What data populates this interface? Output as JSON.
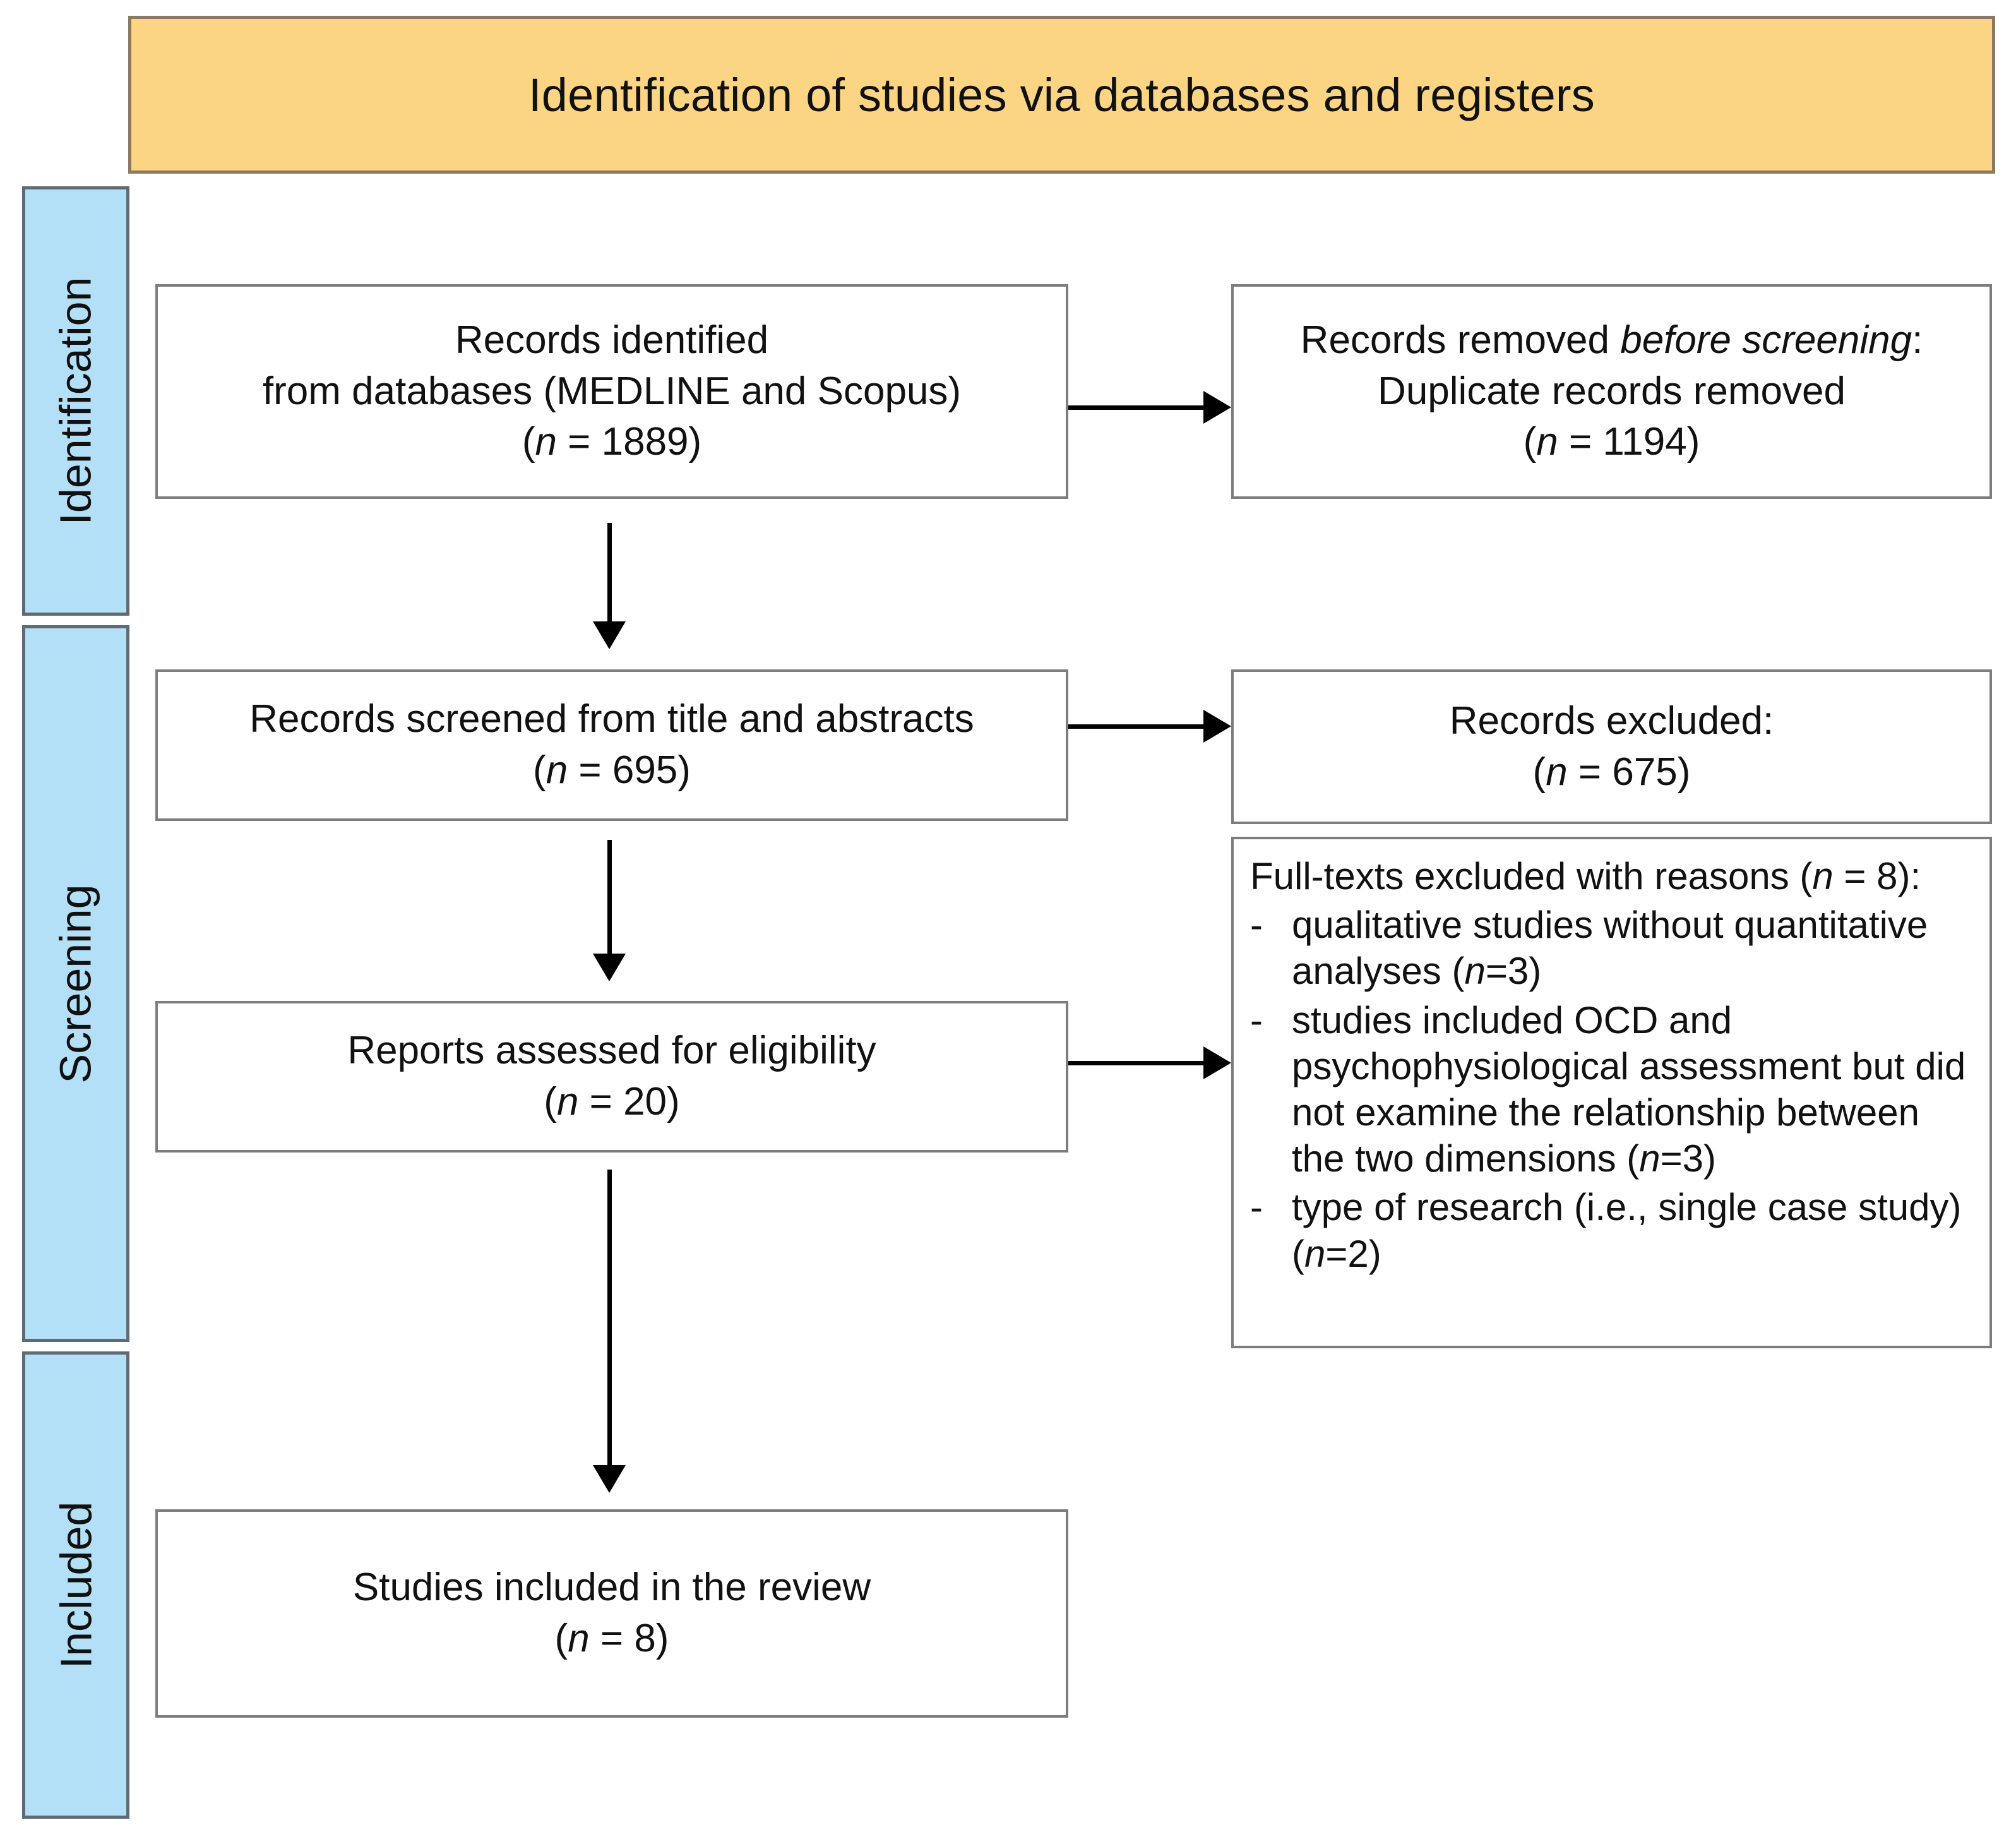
{
  "banner": {
    "title": "Identification of studies via databases and registers",
    "fill": "#FBD583"
  },
  "stages": {
    "fill": "#B3E0F7",
    "identification": "Identification",
    "screening": "Screening",
    "included": "Included"
  },
  "boxes": {
    "identified": {
      "line1": "Records identified",
      "line2": "from databases (MEDLINE and Scopus)",
      "count_open": "(",
      "count_n": "n",
      "count_rest": " = 1889)"
    },
    "removed": {
      "line1_pre": "Records removed ",
      "line1_em": "before screening",
      "line1_post": ":",
      "line2": "Duplicate records removed",
      "count_open": "(",
      "count_n": "n",
      "count_rest": " = 1194)"
    },
    "screened": {
      "line1": "Records screened from title and abstracts",
      "count_open": "(",
      "count_n": "n",
      "count_rest": " = 695)"
    },
    "excluded": {
      "line1": "Records excluded:",
      "count_open": "(",
      "count_n": "n",
      "count_rest": " = 675)"
    },
    "eligible": {
      "line1": "Reports assessed for eligibility",
      "count_open": "(",
      "count_n": "n",
      "count_rest": " = 20)"
    },
    "fulltext": {
      "head_pre": "Full-texts excluded with reasons (",
      "head_n": "n",
      "head_post": " = 8):",
      "items": [
        {
          "dash": "-",
          "text_pre": "qualitative studies without quantitative analyses (",
          "n": "n",
          "text_post": "=3)"
        },
        {
          "dash": "-",
          "text_pre": "studies included OCD and psychophysiological assessment but did not examine the relationship between the two dimensions (",
          "n": "n",
          "text_post": "=3)"
        },
        {
          "dash": "-",
          "text_pre": "type of research (i.e., single case study) (",
          "n": "n",
          "text_post": "=2)"
        }
      ]
    },
    "included": {
      "line1": "Studies included in the review",
      "count_open": "(",
      "count_n": "n",
      "count_rest": " = 8)"
    }
  }
}
